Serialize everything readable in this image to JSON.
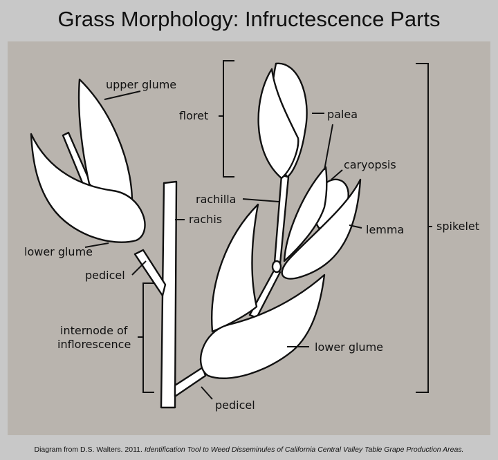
{
  "title": "Grass Morphology: Infructescence Parts",
  "labels": {
    "upper_glume": "upper glume",
    "floret": "floret",
    "palea": "palea",
    "caryopsis": "caryopsis",
    "rachilla": "rachilla",
    "rachis": "rachis",
    "lemma": "lemma",
    "spikelet": "spikelet",
    "lower_glume_left": "lower glume",
    "pedicel_left": "pedicel",
    "internode_line1": "internode of",
    "internode_line2": "inflorescence",
    "lower_glume_right": "lower glume",
    "pedicel_right": "pedicel"
  },
  "credit": {
    "prefix": "Diagram from D.S. Walters. 2011. ",
    "work": "Identification Tool to Weed Disseminules of California Central Valley Table Grape Production Areas."
  },
  "colors": {
    "background": "#c8c8c8",
    "panel": "#b9b4ae",
    "ink": "#111111",
    "part_fill": "#ffffff"
  }
}
